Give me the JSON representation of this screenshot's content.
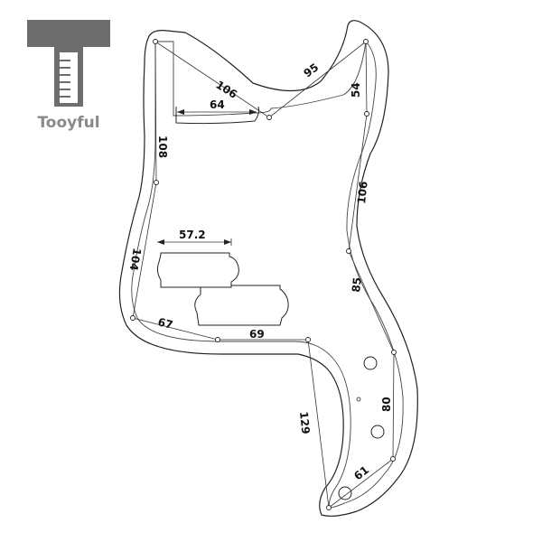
{
  "brand": {
    "name": "Tooyful"
  },
  "dimensions": {
    "d106_top": "106",
    "d95": "95",
    "d54": "54",
    "d64": "64",
    "d108": "108",
    "d106_right": "106",
    "d57_2": "57.2",
    "d104": "104",
    "d85": "85",
    "d67": "67",
    "d69": "69",
    "d80": "80",
    "d129": "129",
    "d61": "61"
  }
}
